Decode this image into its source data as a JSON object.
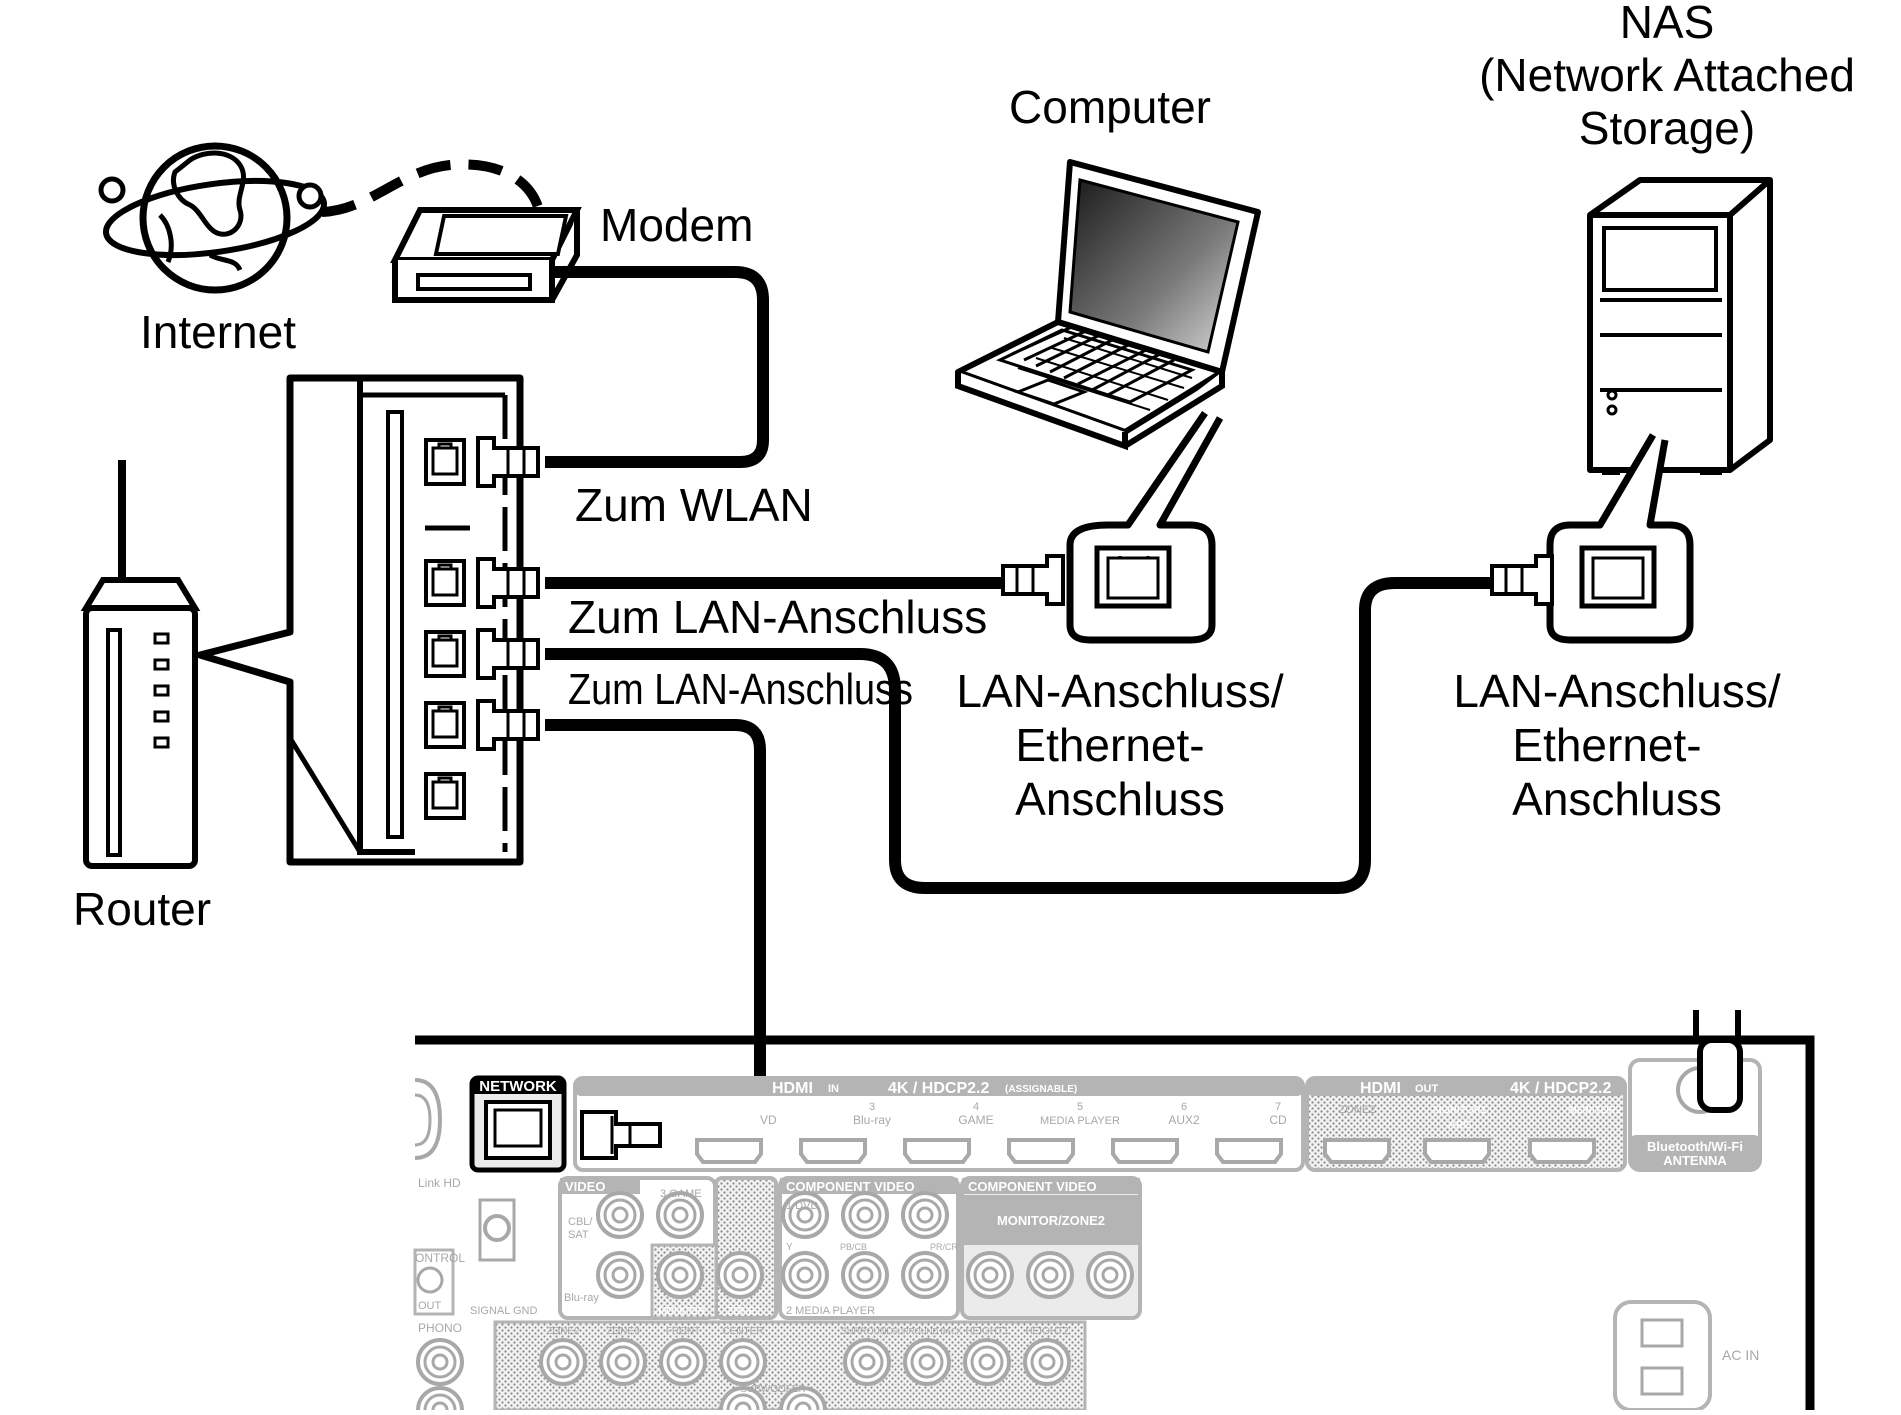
{
  "labels": {
    "internet": "Internet",
    "modem": "Modem",
    "router": "Router",
    "computer": "Computer",
    "nas_line1": "NAS",
    "nas_line2": "(Network Attached",
    "nas_line3": "Storage)",
    "to_wlan": "Zum WLAN",
    "to_lan_1": "Zum LAN-Anschluss",
    "to_lan_2": "Zum LAN-Anschluss",
    "port_pc_line1": "LAN-Anschluss/",
    "port_pc_line2": "Ethernet-",
    "port_pc_line3": "Anschluss",
    "port_nas_line1": "LAN-Anschluss/",
    "port_nas_line2": "Ethernet-",
    "port_nas_line3": "Anschluss"
  },
  "panel": {
    "network": "NETWORK",
    "hdmi": "HDMI",
    "in_badge": "IN",
    "out_badge": "OUT",
    "hdcp": "4K / HDCP2.2",
    "assignable": "(ASSIGNABLE)",
    "hdmi_inputs": [
      "VD",
      "Blu-ray",
      "GAME",
      "MEDIA PLAYER",
      "AUX2",
      "CD"
    ],
    "hdmi_input_numbers": [
      "",
      "3",
      "4",
      "5",
      "6",
      "7"
    ],
    "hdmi_out_labels": [
      "ZONE2",
      "MONITOR1",
      "ARC",
      "MONITOR2"
    ],
    "bt_antenna_1": "Bluetooth/Wi-Fi",
    "bt_antenna_2": "ANTENNA",
    "link_hd": "Link HD",
    "video": "VIDEO",
    "video_labels": [
      "1",
      "CBL/",
      "SAT",
      "3 GAME",
      "2",
      "Blu-ray",
      "MONITOR",
      "ZONE2"
    ],
    "component_video": "COMPONENT VIDEO",
    "component_labels": [
      "1 DVD",
      "Y",
      "PB/CB",
      "PR/CR",
      "2 MEDIA PLAYER"
    ],
    "monitor_zone2": "MONITOR/ZONE2",
    "control": "ONTROL",
    "out": "OUT",
    "signal_gnd": "SIGNAL GND",
    "phono": "PHONO",
    "pre_out_labels": [
      "ZONE2",
      "ZONE3",
      "FRONT",
      "CENTER",
      "SURROUND",
      "SURROUND BACK",
      "HEIGHT1",
      "HEIGHT2"
    ],
    "subwoofer": "SUBWOOFER",
    "ac_in": "AC IN"
  },
  "colors": {
    "line": "#000000",
    "panel_gray": "#b4b4b4",
    "panel_fill": "#ebebeb",
    "screen_dark": "#4a4a4a"
  }
}
